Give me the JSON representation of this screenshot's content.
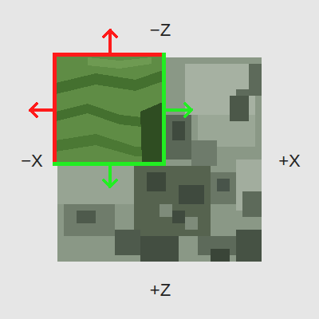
{
  "diagram": {
    "labels": [
      "−Z",
      "−X",
      "+X",
      "+Z"
    ]
  }
}
